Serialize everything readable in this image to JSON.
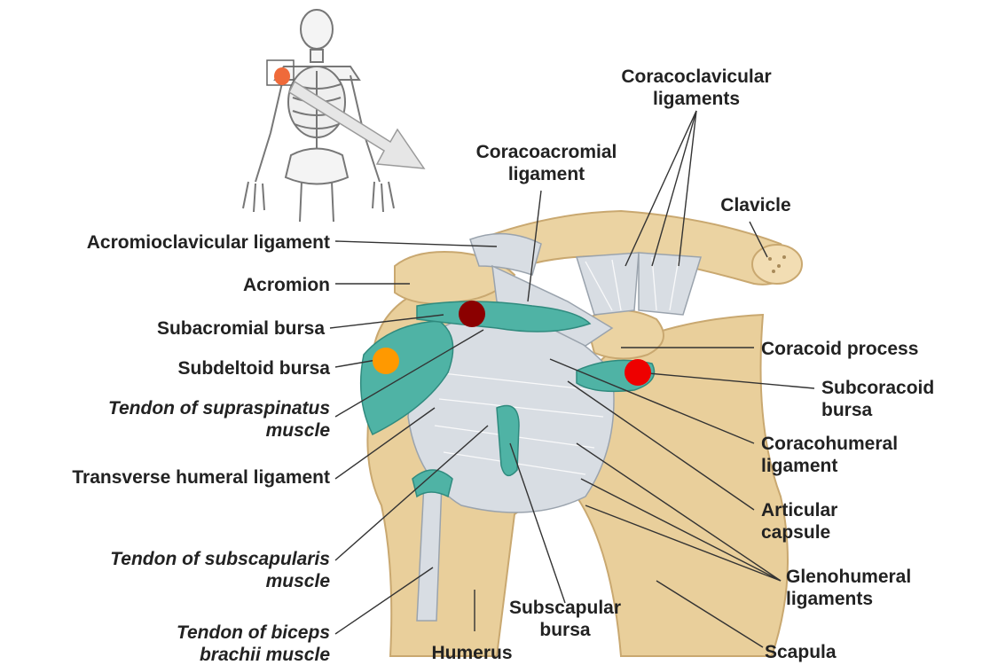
{
  "labels": {
    "coracoclavicular_1": "Coracoclavicular",
    "coracoclavicular_2": "ligaments",
    "coracoacromial_1": "Coracoacromial",
    "coracoacromial_2": "ligament",
    "clavicle": "Clavicle",
    "acromioclavicular": "Acromioclavicular ligament",
    "acromion": "Acromion",
    "subacromial": "Subacromial bursa",
    "subdeltoid": "Subdeltoid bursa",
    "coracoid": "Coracoid process",
    "subcoracoid_1": "Subcoracoid",
    "subcoracoid_2": "bursa",
    "supraspinatus_1": "Tendon of supraspinatus",
    "supraspinatus_2": "muscle",
    "coracohumeral_1": "Coracohumeral",
    "coracohumeral_2": "ligament",
    "transverse": "Transverse humeral ligament",
    "articular_1": "Articular",
    "articular_2": "capsule",
    "subscapularis_1": "Tendon of subscapularis",
    "subscapularis_2": "muscle",
    "glenohumeral_1": "Glenohumeral",
    "glenohumeral_2": "ligaments",
    "subscapular_1": "Subscapular",
    "subscapular_2": "bursa",
    "biceps_1": "Tendon of biceps",
    "biceps_2": "brachii muscle",
    "humerus": "Humerus",
    "scapula": "Scapula"
  },
  "markers": [
    {
      "name": "subacromial-marker",
      "color": "#8b0000"
    },
    {
      "name": "subdeltoid-marker",
      "color": "#ff9900"
    },
    {
      "name": "subcoracoid-marker",
      "color": "#ee0000"
    }
  ],
  "colors": {
    "bone": "#e9cf9b",
    "bone_shadow": "#cfa868",
    "bursa": "#4fb3a5",
    "ligament": "#d8dde3",
    "inset_highlight": "#ef6a3a"
  }
}
